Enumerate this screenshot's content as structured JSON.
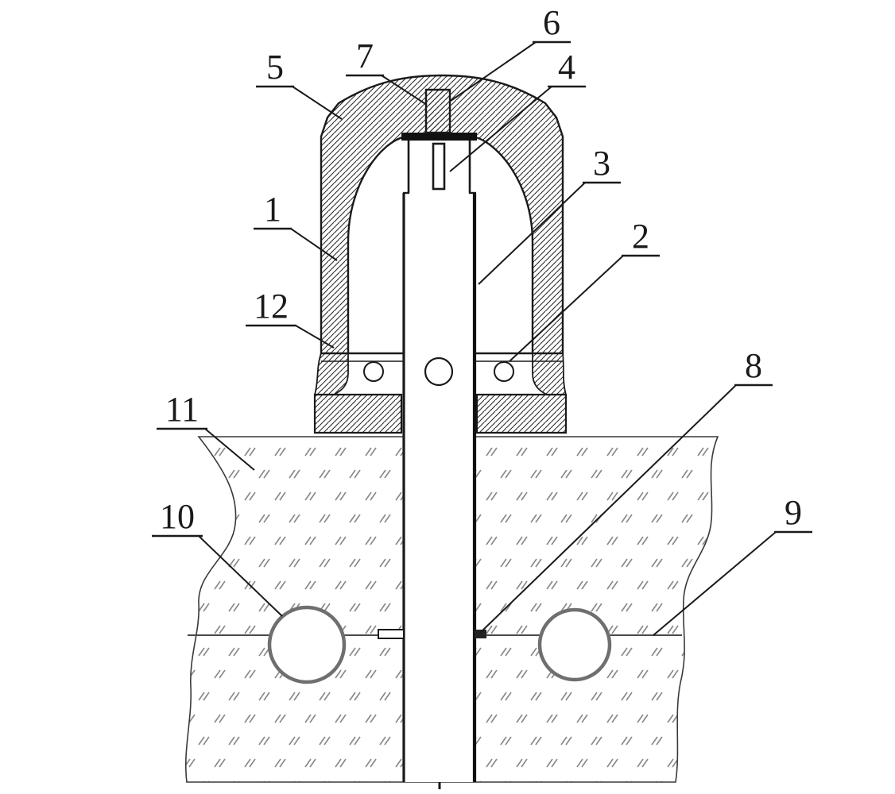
{
  "figure": {
    "kind": "patent-cross-section-diagram",
    "description": "Cross-sectional mechanical drawing of a capped tubular assembly mounted on a base plate over hatched ground with buried pipes",
    "callouts": {
      "c1": "1",
      "c2": "2",
      "c3": "3",
      "c4": "4",
      "c5": "5",
      "c6": "6",
      "c7": "7",
      "c8": "8",
      "c9": "9",
      "c10": "10",
      "c11": "11",
      "c12": "12"
    },
    "colors": {
      "line": "#1a1a1a",
      "wall_hatch": "#2a2a2a",
      "ground_hatch": "#8a8a8a",
      "pipe_ring": "#6f6f6f",
      "background": "#ffffff"
    }
  }
}
